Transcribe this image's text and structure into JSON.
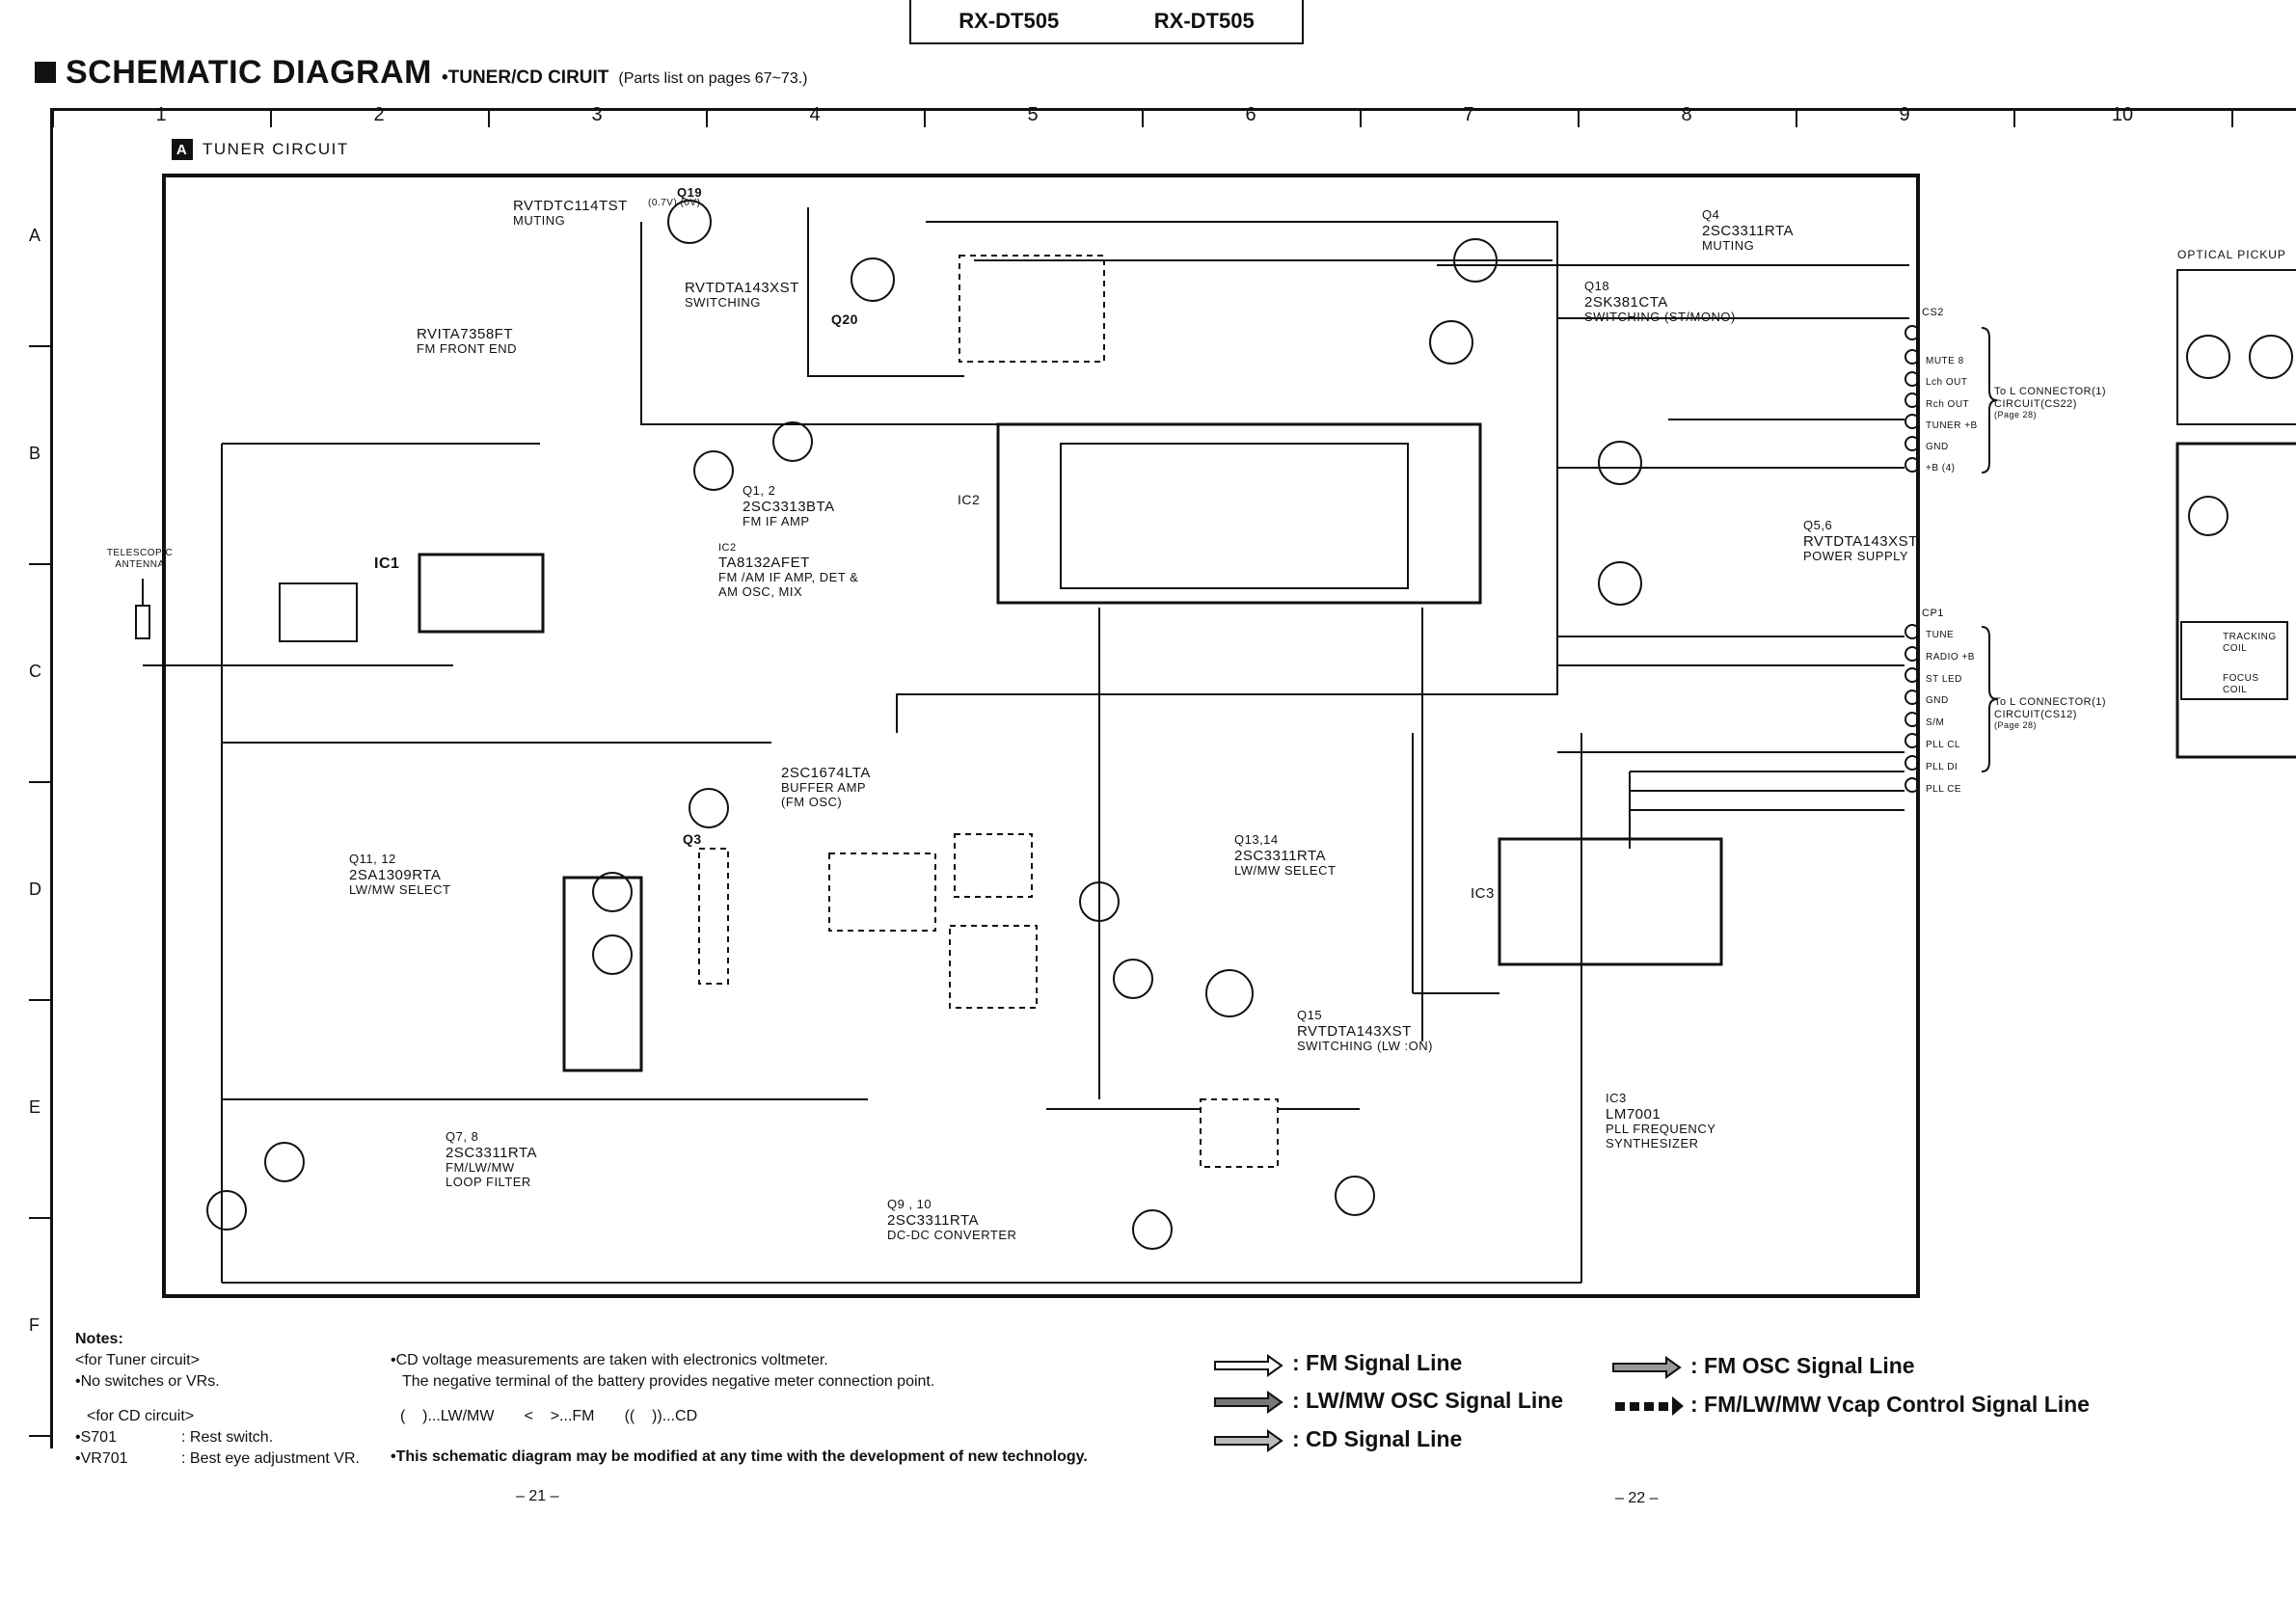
{
  "header": {
    "model_left": "RX-DT505",
    "model_right": "RX-DT505"
  },
  "title": {
    "main": "SCHEMATIC DIAGRAM",
    "sub": "•TUNER/CD CIRUIT",
    "note": "(Parts list on pages 67~73.)"
  },
  "grid": {
    "columns": [
      "1",
      "2",
      "3",
      "4",
      "5",
      "6",
      "7",
      "8",
      "9",
      "10"
    ],
    "rows": [
      "A",
      "B",
      "C",
      "D",
      "E",
      "F"
    ]
  },
  "section": {
    "tag": "A",
    "label": "TUNER CIRCUIT"
  },
  "components": {
    "q19": {
      "ref": "Q19",
      "part": "RVTDTC114TST",
      "desc": "MUTING",
      "volts": "(0.7V) (0V)"
    },
    "q20": {
      "ref": "Q20",
      "part": "RVTDTA143XST",
      "desc": "SWITCHING"
    },
    "ic1": {
      "ref": "IC1",
      "part": "RVITA7358FT",
      "desc": "FM FRONT END"
    },
    "q12": {
      "ref": "Q1, 2",
      "part": "2SC3313BTA",
      "desc": "FM IF AMP"
    },
    "ic2": {
      "ref": "IC2",
      "part": "TA8132AFET",
      "desc": "FM /AM IF AMP, DET & AM OSC, MIX"
    },
    "q3": {
      "ref": "Q3",
      "part": "2SC1674LTA",
      "desc": "BUFFER AMP (FM OSC)"
    },
    "q4": {
      "ref": "Q4",
      "part": "2SC3311RTA",
      "desc": "MUTING"
    },
    "q18": {
      "ref": "Q18",
      "part": "2SK381CTA",
      "desc": "SWITCHING (ST/MONO)"
    },
    "q56": {
      "ref": "Q5,6",
      "part": "RVTDTA143XST",
      "desc": "POWER SUPPLY"
    },
    "q1112": {
      "ref": "Q11, 12",
      "part": "2SA1309RTA",
      "desc": "LW/MW SELECT"
    },
    "q1314": {
      "ref": "Q13,14",
      "part": "2SC3311RTA",
      "desc": "LW/MW SELECT"
    },
    "q15": {
      "ref": "Q15",
      "part": "RVTDTA143XST",
      "desc": "SWITCHING (LW :ON)"
    },
    "ic3": {
      "ref": "IC3",
      "part": "LM7001",
      "desc": "PLL FREQUENCY SYNTHESIZER"
    },
    "q78": {
      "ref": "Q7, 8",
      "part": "2SC3311RTA",
      "desc": "FM/LW/MW LOOP FILTER"
    },
    "q910": {
      "ref": "Q9 , 10",
      "part": "2SC3311RTA",
      "desc": "DC-DC CONVERTER"
    },
    "antenna": "TELESCOPIC ANTENNA"
  },
  "connectors": {
    "cs2": {
      "name": "CS2",
      "pins": [
        "MUTE 8",
        "Lch OUT",
        "Rch OUT",
        "TUNER +B",
        "GND",
        "+B (4)"
      ],
      "target": "To L CONNECTOR(1) CIRCUIT(CS22)",
      "page": "(Page 28)"
    },
    "cp1": {
      "name": "CP1",
      "pins": [
        "TUNE",
        "RADIO +B",
        "ST LED",
        "GND",
        "S/M",
        "PLL CL",
        "PLL DI",
        "PLL CE"
      ],
      "target": "To L CONNECTOR(1) CIRCUIT(CS12)",
      "page": "(Page 28)"
    }
  },
  "optical": {
    "title": "OPTICAL PICKUP",
    "tracking": "TRACKING COIL",
    "focus": "FOCUS COIL"
  },
  "notes": {
    "heading": "Notes:",
    "tuner_head": "<for Tuner circuit>",
    "tuner_item": "•No switches or VRs.",
    "cd_head": "<for CD circuit>",
    "s701_key": "•S701",
    "s701_val": ": Rest switch.",
    "vr701_key": "•VR701",
    "vr701_val": ": Best eye adjustment VR.",
    "cd_volt_1": "•CD voltage measurements are taken with electronics voltmeter.",
    "cd_volt_2": "The negative terminal of the battery provides negative meter connection point.",
    "paren": "(    )...LW/MW       <    >...FM       ((    ))...CD",
    "modify": "•This schematic diagram may be modified at any time with the development of new technology."
  },
  "legend": {
    "fm_signal": ": FM Signal Line",
    "lwmw_osc": ": LW/MW OSC Signal Line",
    "cd_signal": ": CD Signal Line",
    "fm_osc": ": FM OSC Signal Line",
    "vcap": ": FM/LW/MW Vcap Control Signal Line"
  },
  "pages": {
    "left": "– 21 –",
    "right": "– 22 –"
  }
}
